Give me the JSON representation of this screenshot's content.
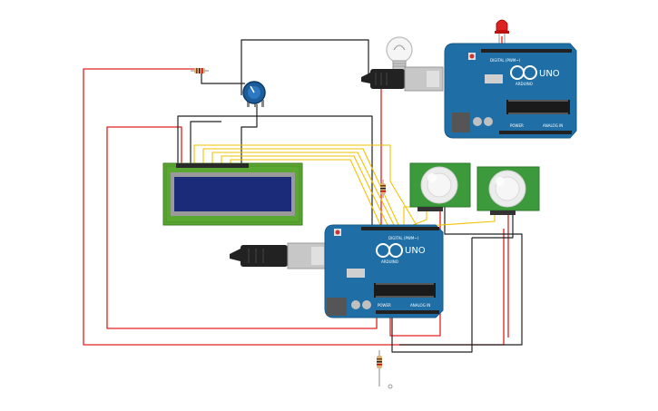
{
  "boards": [
    {
      "id": "uno-top",
      "brand": "ARDUINO",
      "model": "UNO",
      "digital_label": "DIGITAL (PWM~)",
      "power_label": "POWER",
      "analog_label": "ANALOG IN"
    },
    {
      "id": "uno-bottom",
      "brand": "ARDUINO",
      "model": "UNO",
      "digital_label": "DIGITAL (PWM~)",
      "power_label": "POWER",
      "analog_label": "ANALOG IN"
    }
  ],
  "components": {
    "lcd": "lcd-16x2",
    "potentiometer": "potentiometer",
    "bulb": "light-bulb",
    "led": "red-led",
    "pir_sensors": [
      "pir-sensor-1",
      "pir-sensor-2"
    ],
    "resistors": [
      "resistor-top-left",
      "resistor-middle",
      "resistor-bottom"
    ]
  },
  "colors": {
    "wire_red": "#e02020",
    "wire_black": "#222222",
    "wire_yellow": "#f2c200",
    "board_blue": "#1f6fa6",
    "lcd_green": "#5aa832",
    "lcd_screen": "#1c2a7a",
    "pir_green": "#3c9a3c"
  }
}
